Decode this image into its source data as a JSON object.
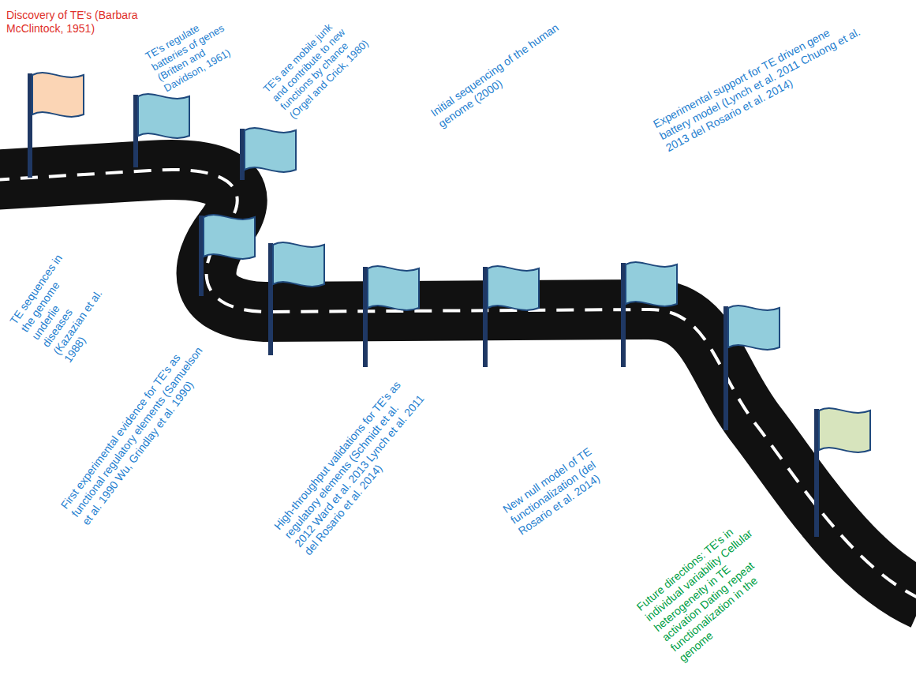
{
  "diagram": {
    "labels": [
      "Discovery of TE's (Barbara McClintock, 1951)",
      "TE's regulate batteries of genes (Britten and Davidson, 1961)",
      "TE's are mobile junk and contribute to new functions by chance (Orgel and Crick, 1980)",
      "Initial sequencing of the human genome (2000)",
      "Experimental support for TE driven gene battery model (Lynch et al. 2011 Chuong et al. 2013 del Rosario et al. 2014)",
      "TE sequences in the genome underlie diseases (Kazazian et al. 1988)",
      "First experimental evidence for TE's as functional regulatory elements (Samuelson et al. 1990 Wu, Grindlay et al. 1990)",
      "High-throughput validations for TE's as regulatory elements (Schmidt et al. 2012 Ward et al. 2013 Lynch et al. 2011 del Rosario et al. 2014)",
      "New null model of TE functionalization (del Rosario et al. 2014)",
      "Future directions: TE's in individual variability Cellular heterogeneity in TE activation Dating repeat functionalization in the genome"
    ]
  }
}
